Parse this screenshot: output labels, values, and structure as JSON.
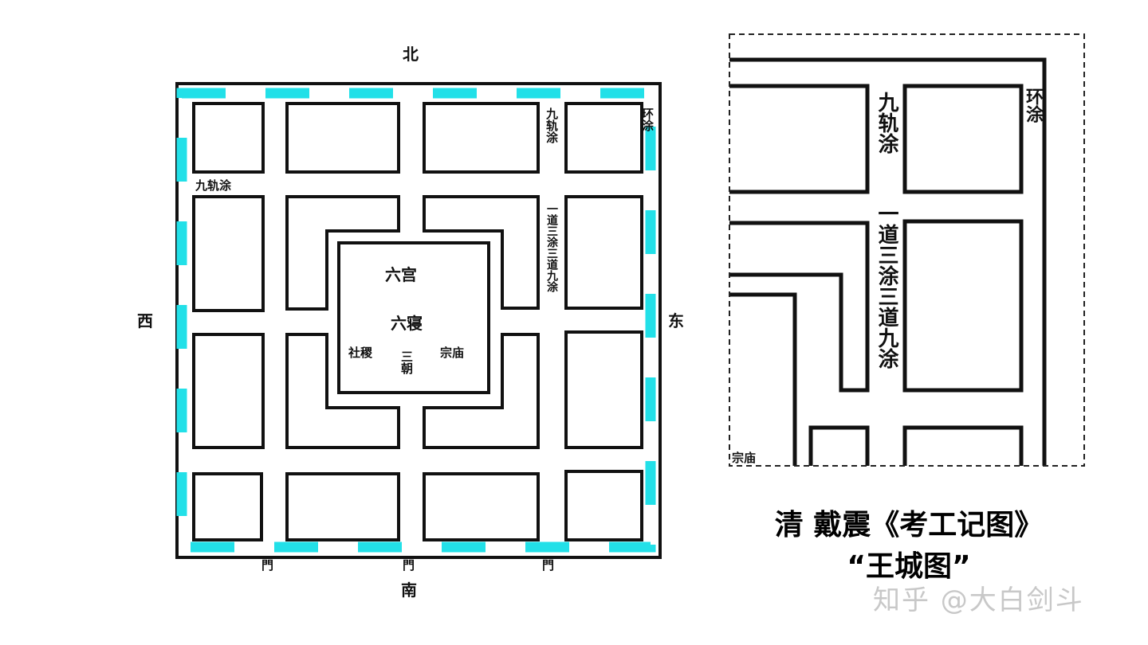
{
  "map": {
    "dir_north": "北",
    "dir_south": "南",
    "dir_west": "西",
    "dir_east": "东",
    "gate": "門",
    "palace_top": "六宫",
    "palace_mid": "六寝",
    "she_ji": "社稷",
    "san_chao": "三朝",
    "zong_miao": "宗庙",
    "road_main": "九轨涂",
    "road_desc": "一道三涂三道九涂",
    "road_ring": "环涂",
    "road_left": "九轨涂"
  },
  "inset": {
    "road_main": "九轨涂",
    "road_desc": "一道三涂三道九涂",
    "road_ring": "环涂",
    "zong": "宗庙"
  },
  "caption": {
    "line1": "清 戴震《考工记图》",
    "line2": "“王城图”"
  },
  "watermark": "知乎 @大白剑斗",
  "colors": {
    "highlight": "#22e0e8",
    "ink": "#111111"
  }
}
